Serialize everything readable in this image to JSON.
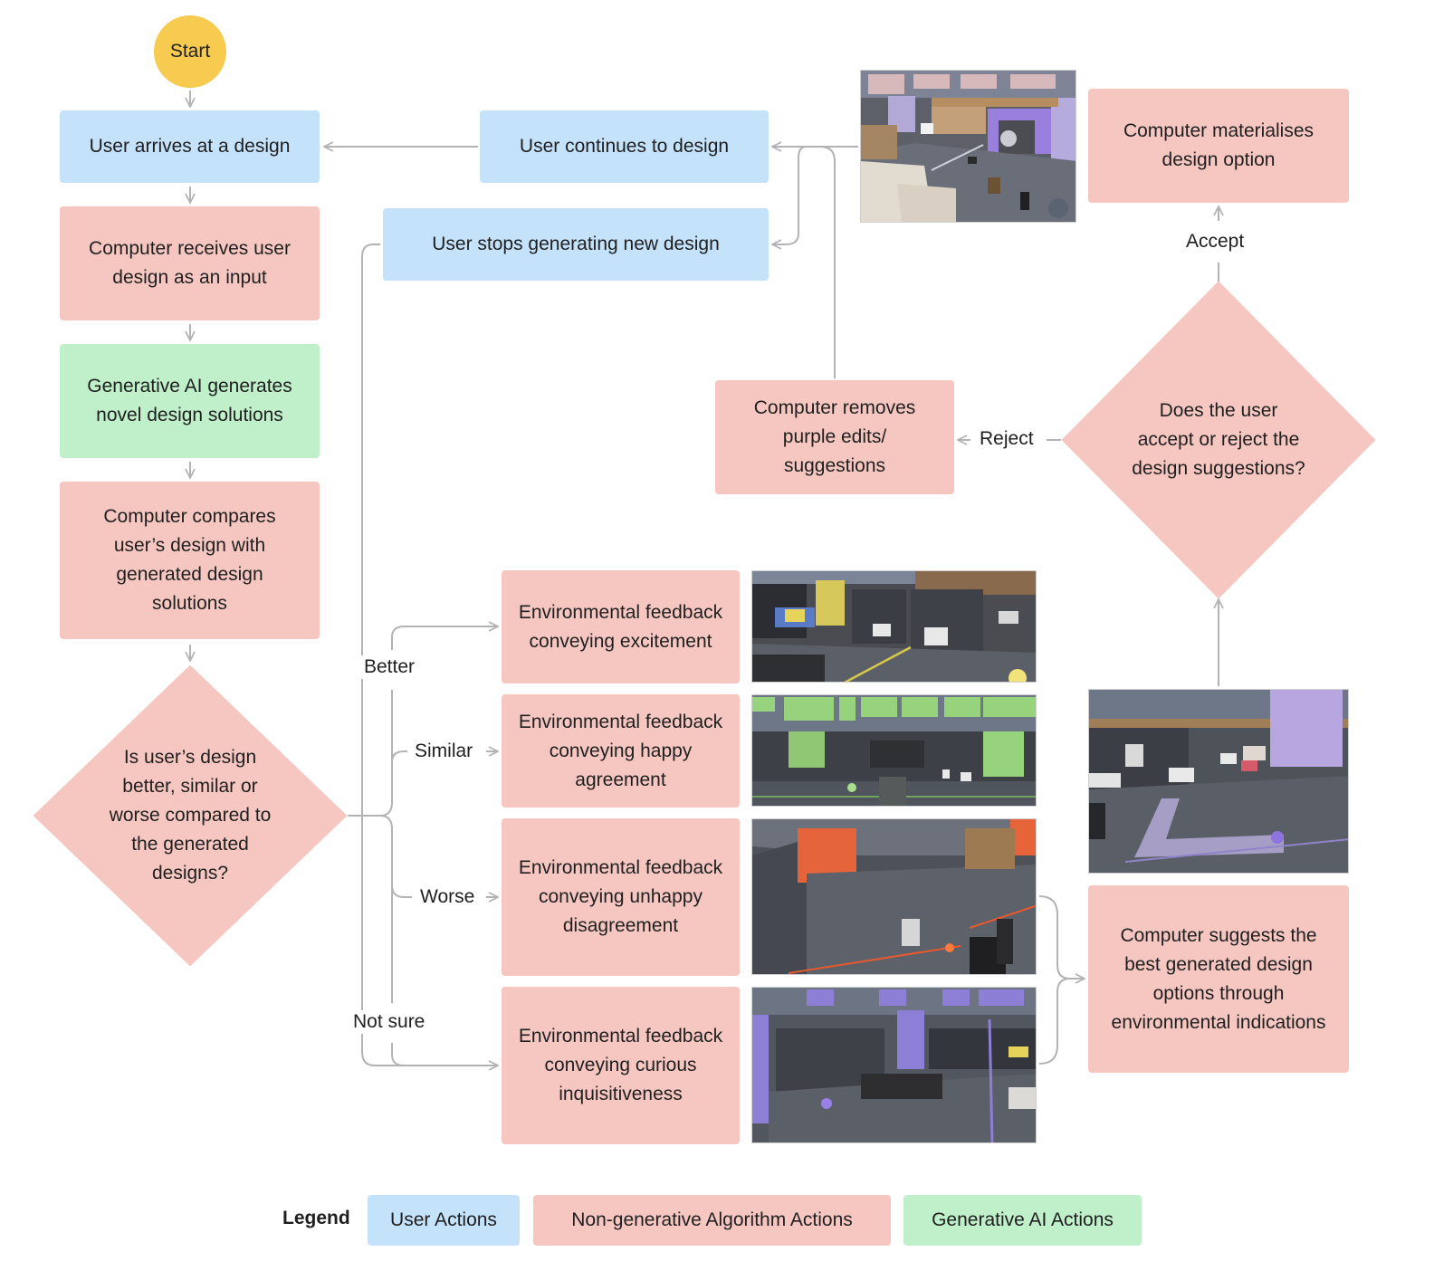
{
  "start": {
    "label": "Start"
  },
  "nodes": {
    "user_arrives": "User arrives at a design",
    "computer_receives": "Computer receives user design as an input",
    "gen_ai_generates": "Generative AI generates novel design solutions",
    "computer_compares": "Computer compares user’s design with generated design solutions",
    "decision_compare": "Is user’s design better, similar or worse compared to the generated designs?",
    "user_continues": "User continues to design",
    "user_stops": "User stops generating new design",
    "computer_removes": "Computer removes purple edits/ suggestions",
    "computer_materialises": "Computer materialises design option",
    "decision_accept": "Does the user accept or reject the design suggestions?",
    "feedback_excitement": "Environmental feedback conveying excitement",
    "feedback_agreement": "Environmental feedback conveying happy agreement",
    "feedback_disagreement": "Environmental feedback conveying unhappy disagreement",
    "feedback_curious": "Environmental feedback conveying curious inquisitiveness",
    "computer_suggests": "Computer suggests the best generated design options through environmental indications"
  },
  "edge_labels": {
    "better": "Better",
    "similar": "Similar",
    "worse": "Worse",
    "not_sure": "Not sure",
    "accept": "Accept",
    "reject": "Reject"
  },
  "scenes": {
    "materialised": {
      "accent": "#9c86e0",
      "desc": "overhead view of room with purple materialised wall"
    },
    "excitement": {
      "accent": "#e6d35a",
      "desc": "room with yellow panels and glowing yellow orb"
    },
    "agreement": {
      "accent": "#8fd27a",
      "desc": "room with green panels"
    },
    "disagreement": {
      "accent": "#e65a2e",
      "desc": "room with orange-red walls and lines"
    },
    "curious": {
      "accent": "#8e7fd6",
      "desc": "room with lavender panels and purple orb"
    },
    "suggestion": {
      "accent": "#a996e6",
      "desc": "room with purple translucent path suggestion"
    }
  },
  "legend": {
    "title": "Legend",
    "items": [
      {
        "label": "User Actions",
        "color": "#c5e2fb"
      },
      {
        "label": "Non-generative Algorithm Actions",
        "color": "#f6c7c1"
      },
      {
        "label": "Generative AI Actions",
        "color": "#bff0c9"
      }
    ]
  },
  "colors": {
    "user": "#c5e2fb",
    "algorithm": "#f6c7c1",
    "generative": "#bff0c9",
    "start": "#f6cb50",
    "connector": "#b3b3b3"
  }
}
